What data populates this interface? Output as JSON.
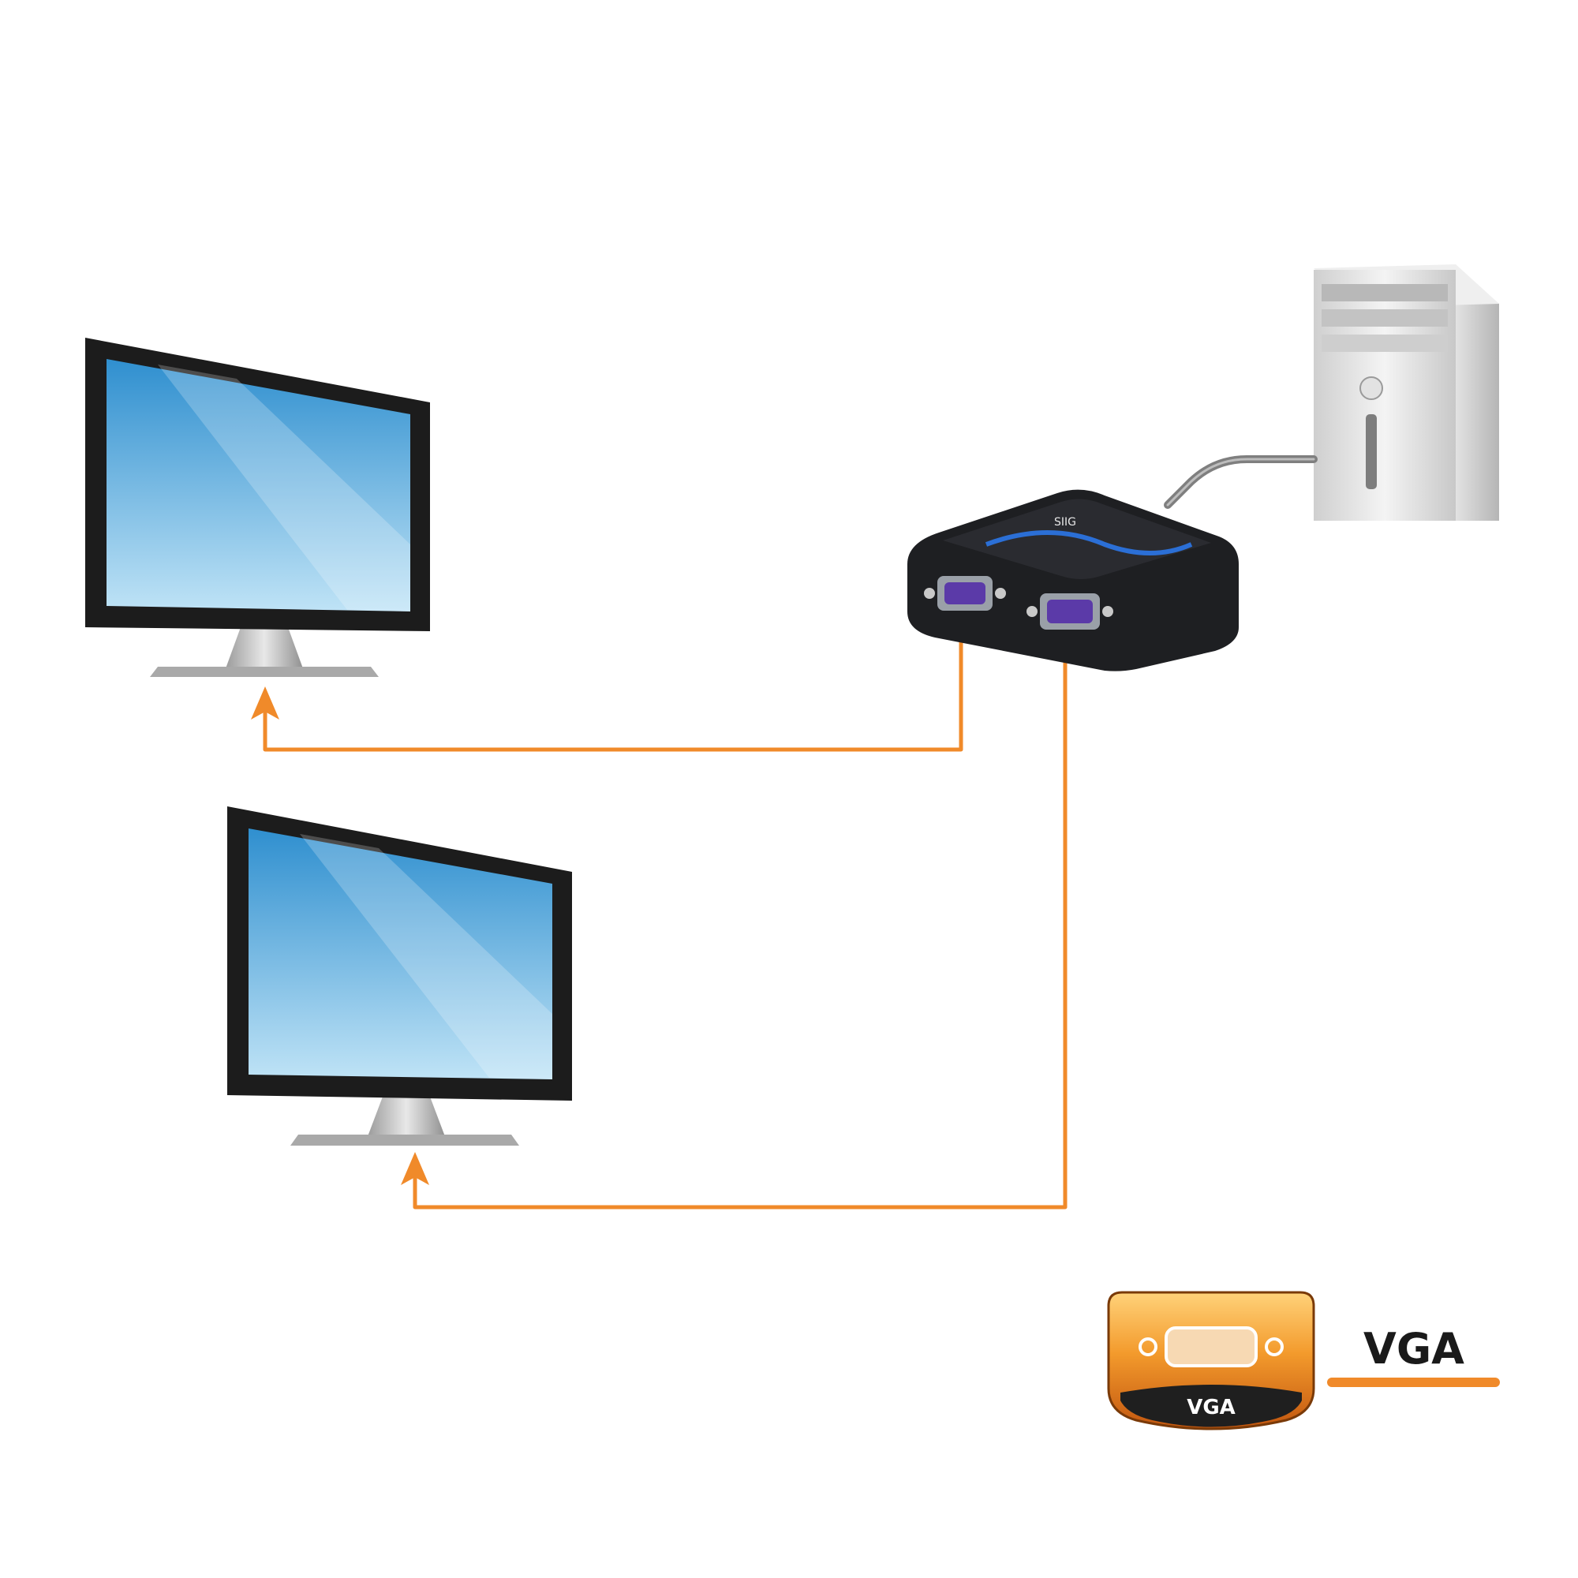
{
  "colors": {
    "connection": "#f08a2a",
    "screen_top": "#2f8fcf",
    "screen_bottom": "#bfe3f6",
    "bezel": "#1c1c1c",
    "stand": "#bdbdbd",
    "device_body": "#1e1f22",
    "device_accent": "#2b6fd6",
    "tower": "#d9d9d9",
    "port_purple": "#5b3aa8"
  },
  "icons": {
    "monitor": "monitor-icon",
    "splitter": "vga-splitter-icon",
    "computer": "desktop-tower-icon",
    "vga_connector": "vga-connector-icon"
  },
  "device": {
    "brand": "SIIG"
  },
  "legend": {
    "badge_text": "VGA",
    "line_label": "VGA"
  }
}
